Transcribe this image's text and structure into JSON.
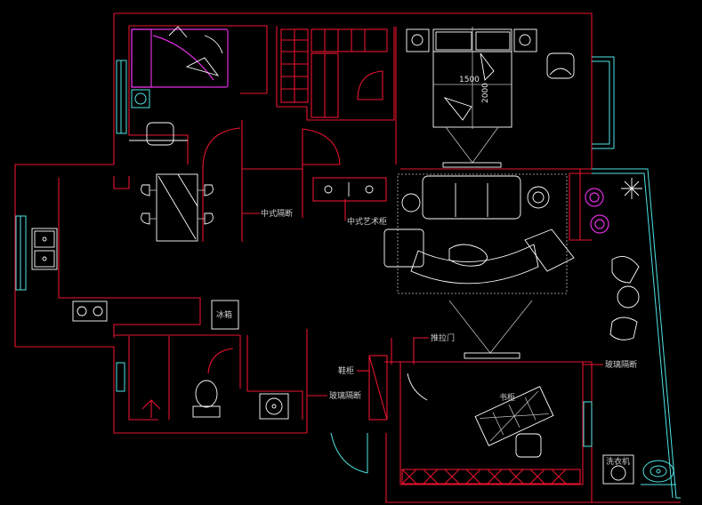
{
  "colors": {
    "background": "#000000",
    "walls": "#e8132f",
    "furniture": "#ffffff",
    "windows": "#4fe3e6",
    "accent": "#e22ee0"
  },
  "labels": {
    "chinese_partition": "中式隔断",
    "chinese_cabinet": "中式艺术柜",
    "sliding_door": "推拉门",
    "shoe_cabinet": "鞋柜",
    "glass_partition_1": "玻璃隔断",
    "glass_partition_2": "玻璃隔断",
    "fridge": "冰箱",
    "washing_machine": "洗衣机",
    "study": "书柜",
    "dim_1500": "1500",
    "dim_2000": "2000"
  }
}
